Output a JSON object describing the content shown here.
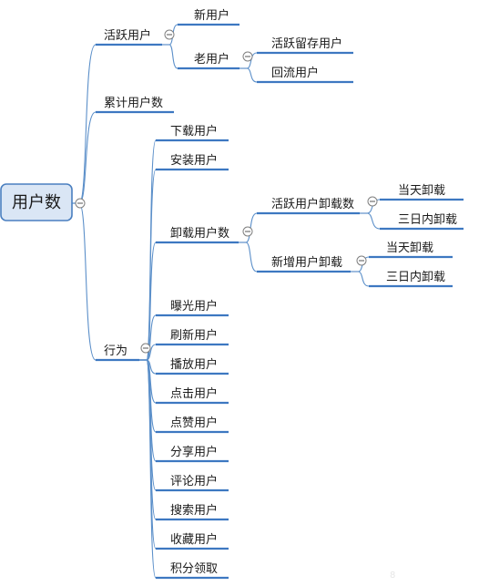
{
  "root": {
    "label": "用户数"
  },
  "children": [
    {
      "label": "活跃用户",
      "children": [
        {
          "label": "新用户"
        },
        {
          "label": "老用户",
          "children": [
            {
              "label": "活跃留存用户"
            },
            {
              "label": "回流用户"
            }
          ]
        }
      ]
    },
    {
      "label": "累计用户数"
    },
    {
      "label": "行为",
      "children": [
        {
          "label": "下载用户"
        },
        {
          "label": "安装用户"
        },
        {
          "label": "卸载用户数",
          "children": [
            {
              "label": "活跃用户卸载数",
              "children": [
                {
                  "label": "当天卸载"
                },
                {
                  "label": "三日内卸载"
                }
              ]
            },
            {
              "label": "新增用户卸载",
              "children": [
                {
                  "label": "当天卸载"
                },
                {
                  "label": "三日内卸载"
                }
              ]
            }
          ]
        },
        {
          "label": "曝光用户"
        },
        {
          "label": "刷新用户"
        },
        {
          "label": "播放用户"
        },
        {
          "label": "点击用户"
        },
        {
          "label": "点赞用户"
        },
        {
          "label": "分享用户"
        },
        {
          "label": "评论用户"
        },
        {
          "label": "搜索用户"
        },
        {
          "label": "收藏用户"
        },
        {
          "label": "积分领取"
        }
      ]
    }
  ],
  "watermark": "8"
}
